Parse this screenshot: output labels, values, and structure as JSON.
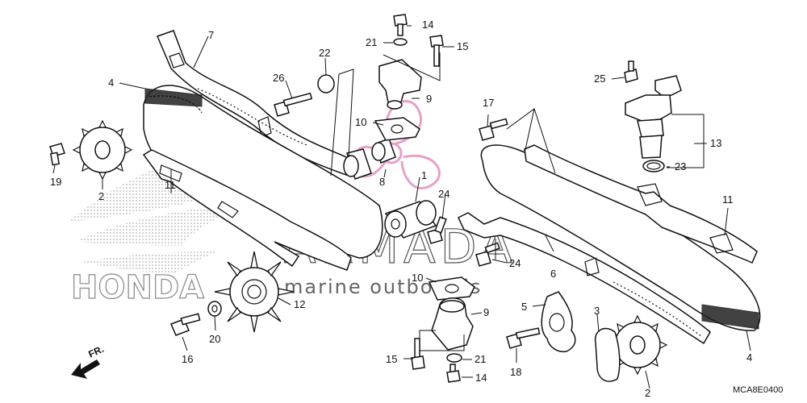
{
  "watermark": {
    "brand": "ARMADA",
    "tagline": "marine outboards",
    "honda": "HONDA"
  },
  "diagram_code": "MCA8E0400",
  "front_indicator": "FR.",
  "callouts": [
    {
      "id": "c7",
      "text": "7"
    },
    {
      "id": "c4a",
      "text": "4"
    },
    {
      "id": "c26",
      "text": "26"
    },
    {
      "id": "c22",
      "text": "22"
    },
    {
      "id": "c14a",
      "text": "14"
    },
    {
      "id": "c21a",
      "text": "21"
    },
    {
      "id": "c15a",
      "text": "15"
    },
    {
      "id": "c9a",
      "text": "9"
    },
    {
      "id": "c10a",
      "text": "10"
    },
    {
      "id": "c8",
      "text": "8"
    },
    {
      "id": "c1",
      "text": "1"
    },
    {
      "id": "c24a",
      "text": "24"
    },
    {
      "id": "c19",
      "text": "19"
    },
    {
      "id": "c2a",
      "text": "2"
    },
    {
      "id": "c11a",
      "text": "11"
    },
    {
      "id": "c12",
      "text": "12"
    },
    {
      "id": "c16",
      "text": "16"
    },
    {
      "id": "c20",
      "text": "20"
    },
    {
      "id": "c10b",
      "text": "10"
    },
    {
      "id": "c9b",
      "text": "9"
    },
    {
      "id": "c15b",
      "text": "15"
    },
    {
      "id": "c21b",
      "text": "21"
    },
    {
      "id": "c14b",
      "text": "14"
    },
    {
      "id": "c24b",
      "text": "24"
    },
    {
      "id": "c6",
      "text": "6"
    },
    {
      "id": "c5",
      "text": "5"
    },
    {
      "id": "c18",
      "text": "18"
    },
    {
      "id": "c3",
      "text": "3"
    },
    {
      "id": "c2b",
      "text": "2"
    },
    {
      "id": "c4b",
      "text": "4"
    },
    {
      "id": "c17",
      "text": "17"
    },
    {
      "id": "c25",
      "text": "25"
    },
    {
      "id": "c13",
      "text": "13"
    },
    {
      "id": "c23",
      "text": "23"
    },
    {
      "id": "c11b",
      "text": "11"
    }
  ]
}
